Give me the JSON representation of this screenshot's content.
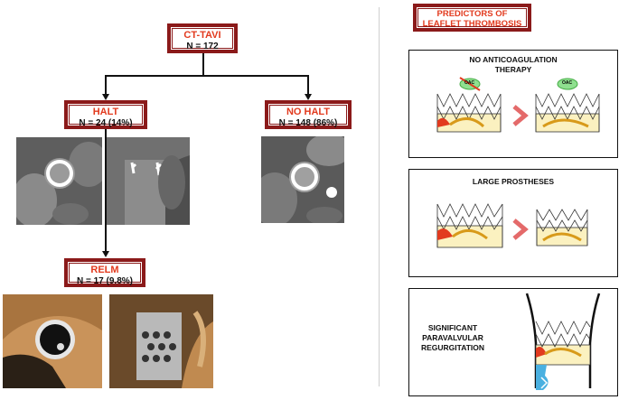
{
  "flow": {
    "root": {
      "title": "CT-TAVI",
      "count": "N = 172"
    },
    "halt": {
      "title": "HALT",
      "count": "N = 24 (14%)"
    },
    "no_halt": {
      "title": "NO HALT",
      "count": "N = 148 (86%)"
    },
    "relm": {
      "title": "RELM",
      "count": "N = 17 (9.8%)"
    }
  },
  "predictors": {
    "header_line1": "PREDICTORS OF",
    "header_line2": "LEAFLET THROMBOSIS",
    "panel1": {
      "title_line1": "NO ANTICOAGULATION",
      "title_line2": "THERAPY",
      "badge": "OAC"
    },
    "panel2": {
      "title": "LARGE PROSTHESES"
    },
    "panel3": {
      "line1": "SIGNIFICANT",
      "line2": "PARAVALVULAR",
      "line3": "REGURGITATION"
    }
  },
  "colors": {
    "box_border": "#8b1a1a",
    "title_red": "#e23a1e",
    "accent_green": "#7ed67e"
  }
}
